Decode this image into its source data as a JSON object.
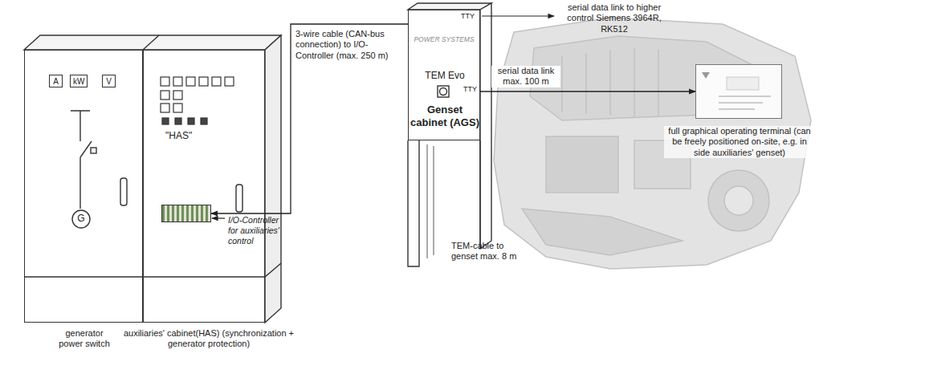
{
  "diagram": {
    "nodes": [
      {
        "text": [
          "generator power switch"
        ]
      },
      {
        "text": [
          "A"
        ],
        "in": 0
      },
      {
        "text": [
          "kW"
        ],
        "in": 0
      },
      {
        "text": [
          "V"
        ],
        "in": 0
      },
      {
        "text": [
          "G"
        ],
        "in": 0
      },
      {
        "text": [
          "\"HAS\"",
          "auxiliaries' cabinet(HAS) (synchronization + generator protection)"
        ]
      },
      {
        "text": [
          "I/O-Controller for auxiliaries' control"
        ],
        "in": 5
      },
      {
        "text": [
          "TEM Evo",
          "Genset cabinet (AGS)"
        ]
      },
      {
        "text": [
          "full graphical operating terminal (can be freely positioned on-site, e.g. in side auxiliaries' genset)"
        ]
      }
    ],
    "edges": [
      {
        "from": 7,
        "to": 6,
        "label": "3-wire cable (CAN-bus connection) to I/O-Controller (max. 250 m)",
        "arrow": "to"
      },
      {
        "from": 7,
        "to": 8,
        "label": "serial data link max. 100 m",
        "arrow": "to"
      }
    ],
    "labels": [
      "serial data link to higher control Siemens 3964R, RK512",
      "TTY",
      "POWER SYSTEMS",
      "TTY",
      "TEM-cable to genset max. 8 m"
    ]
  }
}
